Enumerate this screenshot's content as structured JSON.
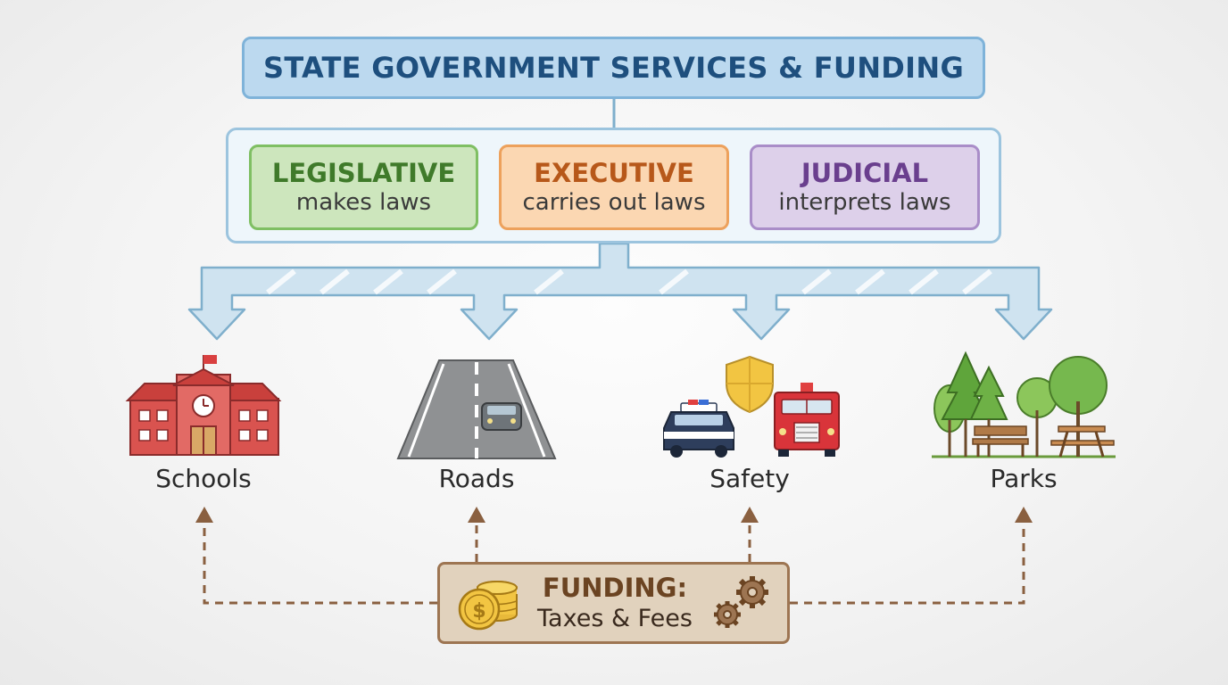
{
  "title": "STATE GOVERNMENT SERVICES & FUNDING",
  "branches": [
    {
      "name": "LEGISLATIVE",
      "role": "makes laws",
      "color": "#7fbf63"
    },
    {
      "name": "EXECUTIVE",
      "role": "carries out laws",
      "color": "#eda15c"
    },
    {
      "name": "JUDICIAL",
      "role": "interprets laws",
      "color": "#a98dc8"
    }
  ],
  "services": [
    {
      "label": "Schools",
      "icon": "school-icon"
    },
    {
      "label": "Roads",
      "icon": "road-icon"
    },
    {
      "label": "Safety",
      "icon": "safety-icon"
    },
    {
      "label": "Parks",
      "icon": "park-icon"
    }
  ],
  "funding": {
    "title": "FUNDING:",
    "subtitle": "Taxes & Fees",
    "icons": [
      "coins-icon",
      "gears-icon"
    ]
  },
  "colors": {
    "title_bg": "#bcd9ef",
    "title_text": "#1e4f7e",
    "arrow_fill": "#cfe3f0",
    "arrow_stroke": "#7fafcc",
    "funding_bg": "#e1d2bd",
    "funding_border": "#9d7552"
  }
}
